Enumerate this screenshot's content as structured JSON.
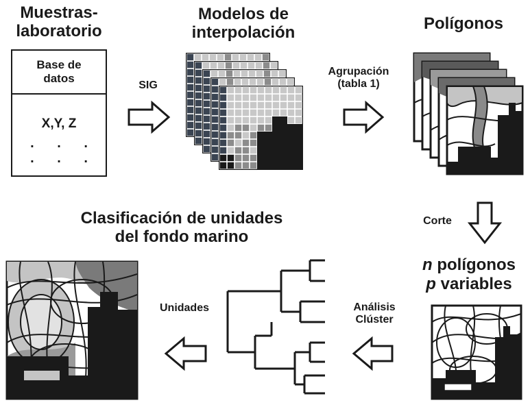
{
  "labels": {
    "muestras": "Muestras-\nlaboratorio",
    "modelos": "Modelos de\ninterpolación",
    "poligonos": "Polígonos",
    "base_datos": "Base de\ndatos",
    "xyz": "X,Y, Z",
    "dots": ". . .",
    "sig": "SIG",
    "agrupacion": "Agrupación\n(tabla 1)",
    "corte": "Corte",
    "n_poligonos_var": "n",
    "n_poligonos_rest": " polígonos",
    "p_variables_var": "p",
    "p_variables_rest": " variables",
    "analisis_cluster": "Análisis\nClúster",
    "unidades": "Unidades",
    "clasificacion": "Clasificación de unidades\ndel fondo marino"
  },
  "colors": {
    "ink": "#1a1a1a",
    "grid_dark": "#3a4452",
    "grid_mid": "#8c8c8c",
    "grid_light": "#c8c8c8",
    "poly_gray": "#7a7a7a",
    "poly_light": "#c4c4c4"
  }
}
